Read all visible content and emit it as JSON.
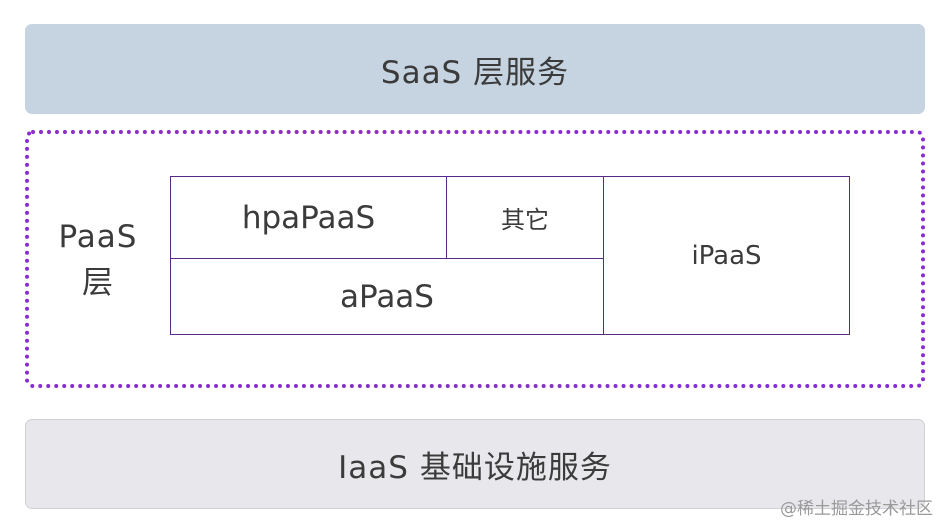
{
  "saas": {
    "label": "SaaS 层服务"
  },
  "paas": {
    "label_line1": "PaaS",
    "label_line2": "层",
    "cells": {
      "hpapaas": "hpaPaaS",
      "other": "其它",
      "apaas": "aPaaS",
      "ipaas": "iPaaS"
    }
  },
  "iaas": {
    "label": "IaaS 基础设施服务"
  },
  "watermark": "@稀土掘金技术社区",
  "colors": {
    "saas_bg": "#c6d4e2",
    "iaas_bg": "#e8e8ec",
    "paas_border": "#8a2bd0",
    "cell_border": "#5a2a8a"
  }
}
